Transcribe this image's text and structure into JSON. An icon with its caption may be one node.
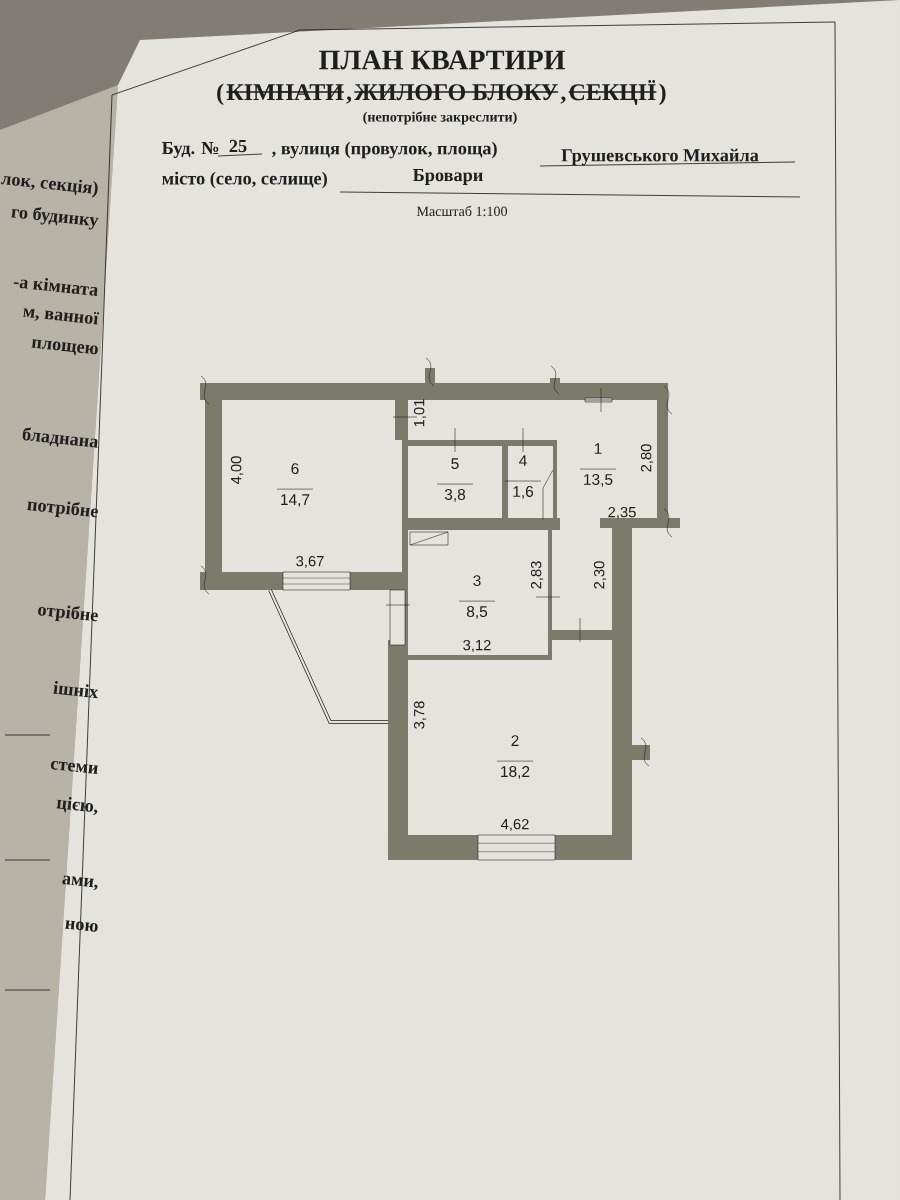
{
  "diagram": {
    "title": "ПЛАН КВАРТИРИ",
    "nodes": [
      {
        "text": [
          "6",
          "14,7"
        ]
      },
      {
        "text": [
          "5",
          "3,8"
        ]
      },
      {
        "text": [
          "4",
          "1,6"
        ]
      },
      {
        "text": [
          "1",
          "13,5"
        ]
      },
      {
        "text": [
          "3",
          "8,5"
        ]
      },
      {
        "text": [
          "2",
          "18,2"
        ]
      }
    ],
    "labels": [
      "(",
      "КІМНАТИ",
      ",",
      "ЖИЛОГО БЛОКУ",
      ",",
      "СЕКЦІЇ",
      ")",
      "(непотрібне закреслити)",
      "Буд. №",
      "25",
      ", вулиця (провулок, площа)",
      "Грушевського Михайла",
      "місто (село, селище)",
      "Бровари",
      "Масштаб 1:100",
      "1,01",
      "4,00",
      "2,80",
      "2,35",
      "3,67",
      "2,83",
      "2,30",
      "3,12",
      "3,78",
      "4,62",
      "лок, секція)",
      "го будинку",
      "-а кімната",
      "м, ванної",
      "площею",
      "бладнана",
      "потрібне",
      "отрібне",
      "ішніх",
      "стеми",
      "цією,",
      "ами,",
      "ною"
    ]
  }
}
